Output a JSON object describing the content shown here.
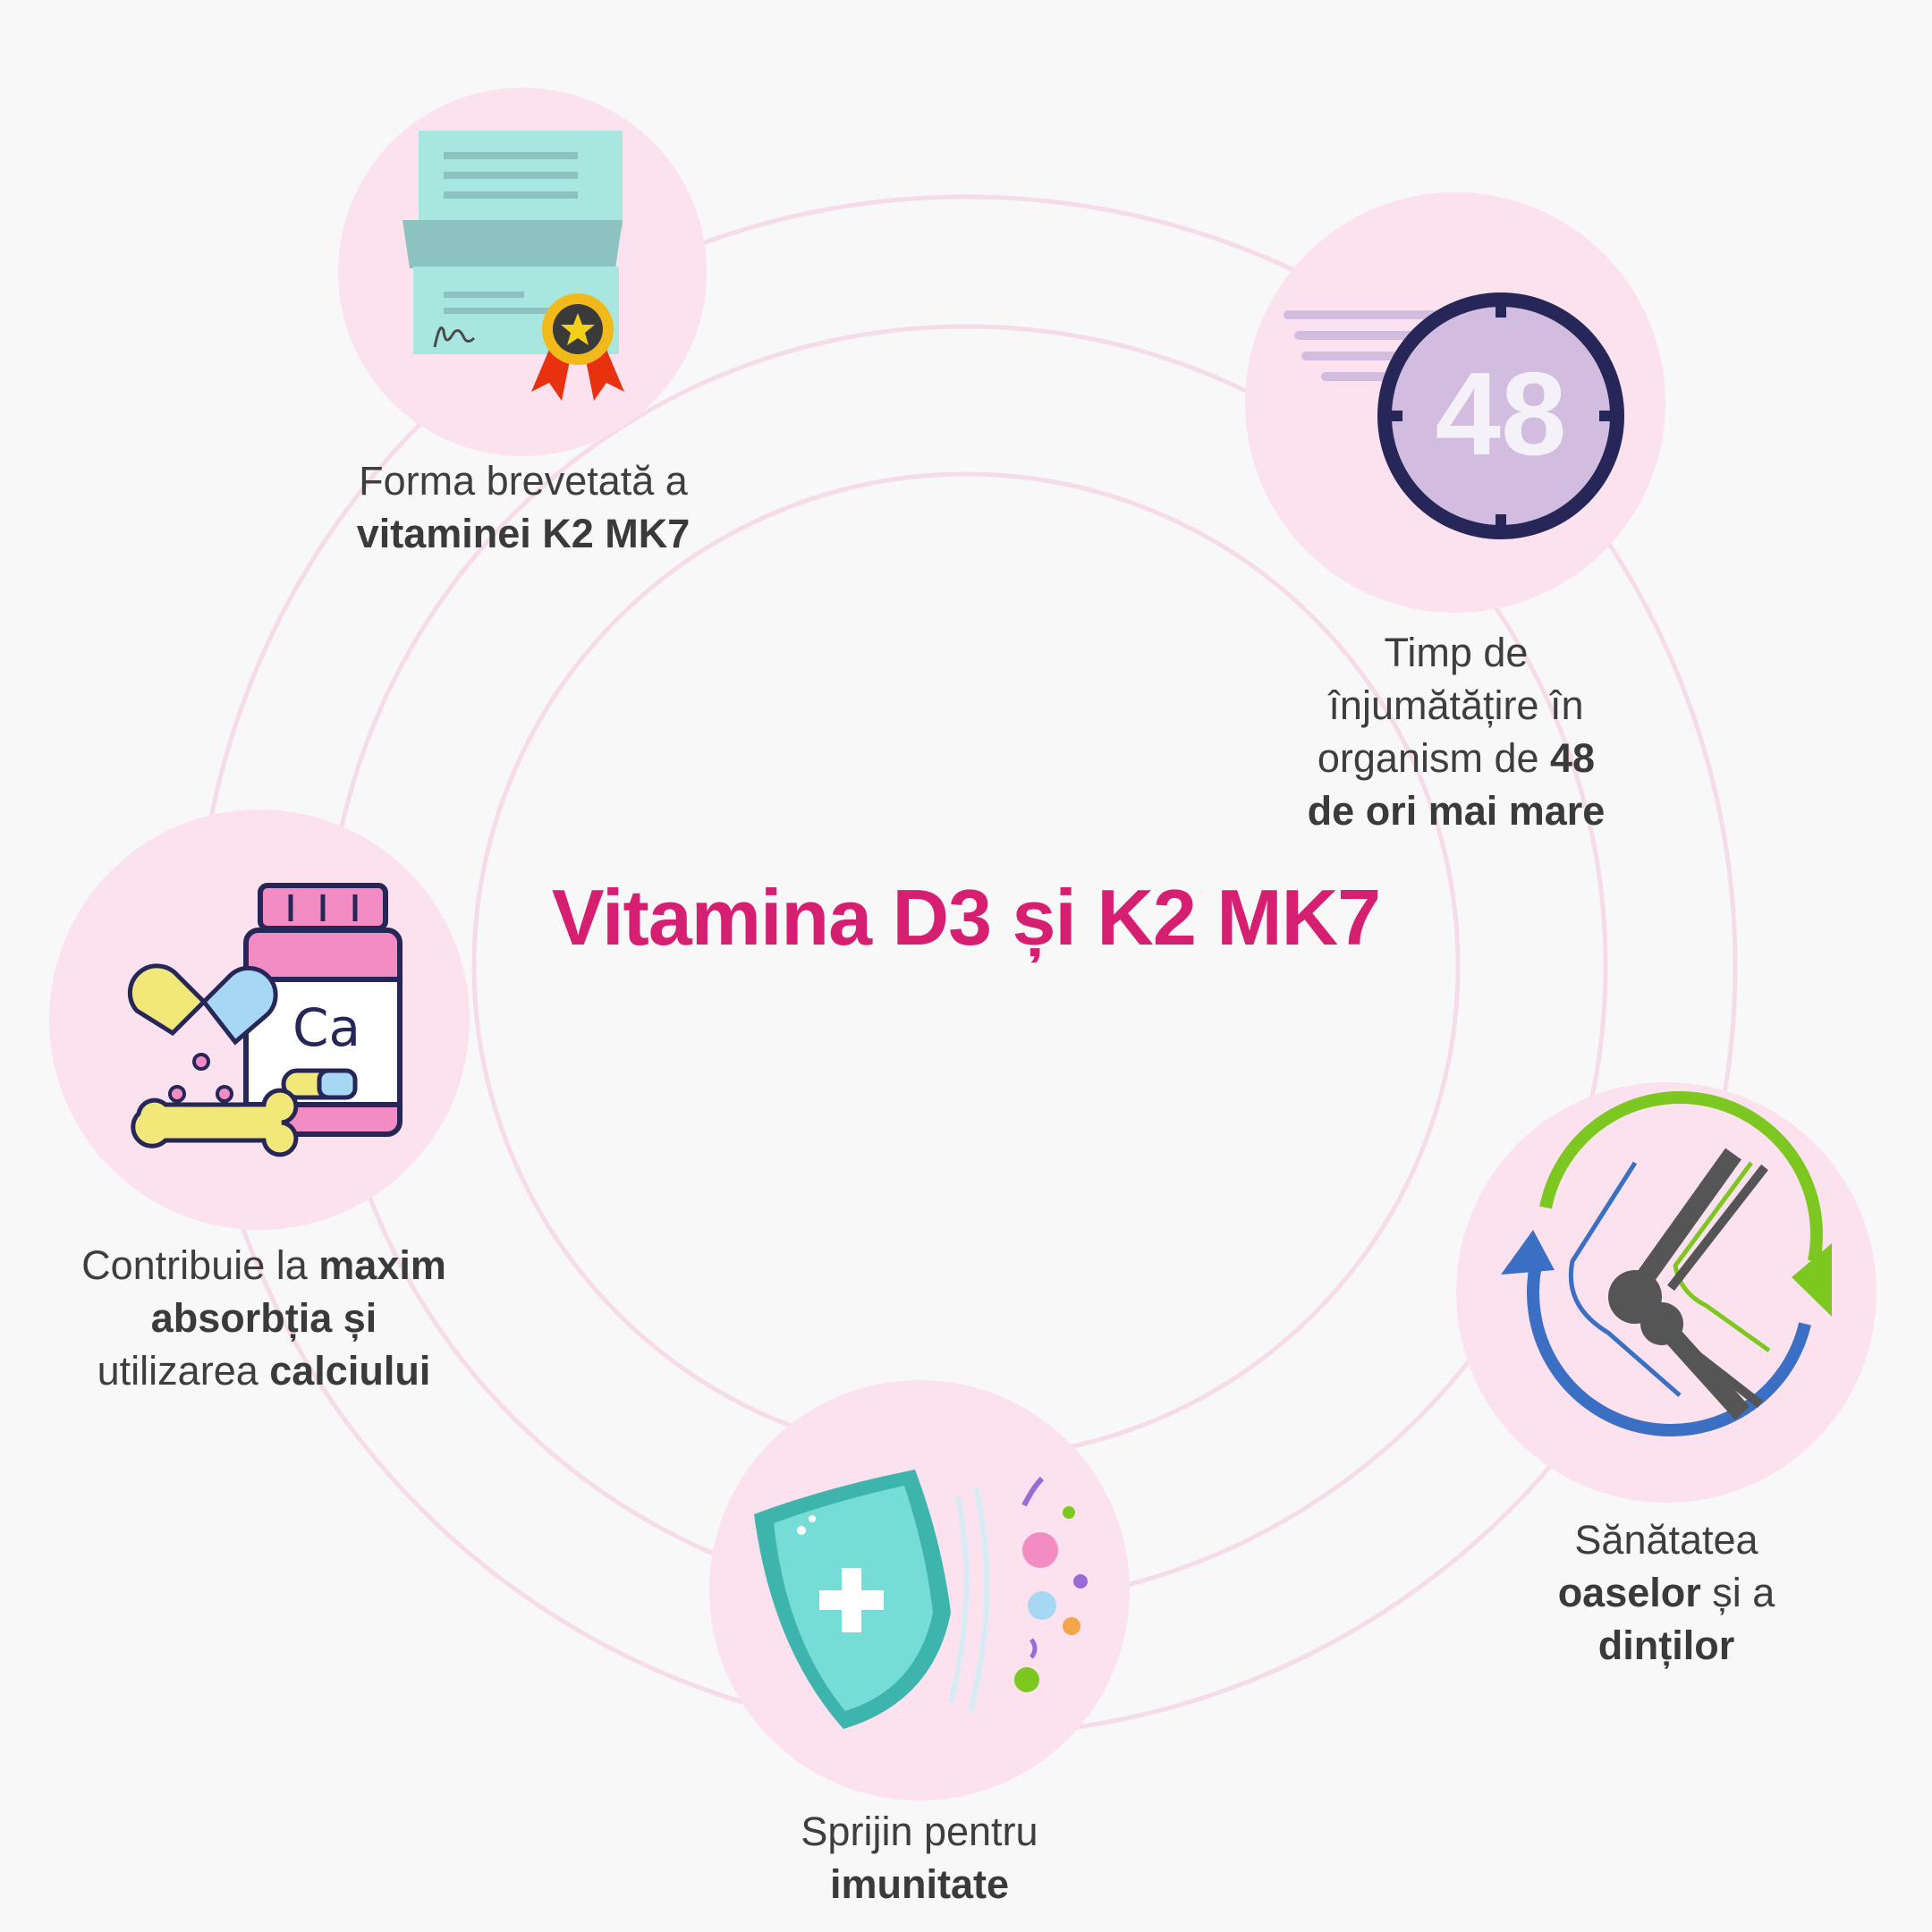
{
  "title": "Vitamina D3 și K2 MK7",
  "colors": {
    "title": "#d61f71",
    "bubble": "#fbe2ee",
    "ring": "#f6dce8",
    "background": "#f8f8f8"
  },
  "badge_number": "48",
  "features": {
    "patent": {
      "icon": "certificate-icon",
      "line1": "Forma brevetată a",
      "line2_bold": "vitaminei K2 MK7"
    },
    "half_life": {
      "icon": "stopwatch-48-icon",
      "line1": "Timp de",
      "line2": "înjumătățire în",
      "line3_pre": "organism de ",
      "line3_bold": "48",
      "line4_bold": "de ori mai mare"
    },
    "calcium": {
      "icon": "calcium-bottle-icon",
      "bottle_label": "Ca",
      "line1_pre": "Contribuie la ",
      "line1_bold": "maxim",
      "line2_bold": "absorbția și",
      "line3_pre": "utilizarea ",
      "line3_bold": "calciului"
    },
    "bones": {
      "icon": "knee-joint-icon",
      "line1": "Sănătatea",
      "line2_bold": "oaselor",
      "line2_post": " și a",
      "line3_bold": "dinților"
    },
    "immunity": {
      "icon": "shield-icon",
      "line1": "Sprijin pentru",
      "line2_bold": "imunitate"
    }
  }
}
